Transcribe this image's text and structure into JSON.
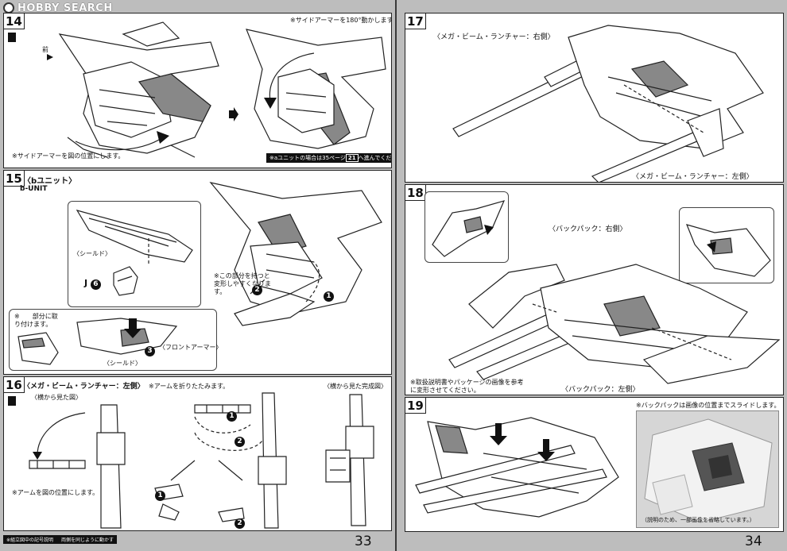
{
  "watermark": "HOBBY SEARCH",
  "left_page": {
    "page_number": "33",
    "step14": {
      "number": "14",
      "note_top": "※サイドアーマーを180°動かします。",
      "note_bottom": "※サイドアーマーを図の位置にします。",
      "direction_label": "前",
      "ref_note": {
        "prefix": "※aユニットの場合は35ページ",
        "step": "21",
        "suffix": "へ進んでください。"
      }
    },
    "step15": {
      "number": "15",
      "title": "〈bユニット〉",
      "subtitle": "b-UNIT",
      "shield_label": "〈シールド〉",
      "part_code": "J",
      "part_no": "6",
      "hold_note": "※この部分を持つと変形しやすくなります。",
      "attach_note": "※　　部分に取り付けます。",
      "front_armor_label": "〈フロントアーマー〉",
      "shield_label_2": "〈シールド〉",
      "steps": [
        "1",
        "2",
        "3"
      ]
    },
    "step16": {
      "number": "16",
      "title": "〈メガ・ビーム・ランチャー：左側〉",
      "side_view": "〈横から見た図〉",
      "arm_note": "※アームを図の位置にします。",
      "fold_note": "※アームを折りたたみます。",
      "complete_view": "〈横から見た完成図〉",
      "steps": [
        "1",
        "2"
      ]
    },
    "legend": {
      "left": "※組立図中の記号説明",
      "right": "両側を同じように動かす"
    }
  },
  "right_page": {
    "page_number": "34",
    "step17": {
      "number": "17",
      "label_right": "〈メガ・ビーム・ランチャー：右側〉",
      "label_left": "〈メガ・ビーム・ランチャー：左側〉"
    },
    "step18": {
      "number": "18",
      "label_right": "〈バックパック：右側〉",
      "label_left": "〈バックパック：左側〉",
      "note": "※取扱説明書やパッケージの画像を参考に変形させてください。"
    },
    "step19": {
      "number": "19",
      "slide_note": "※バックパックは画像の位置までスライドします。",
      "caption": "（説明のため、一部画像を省略しています。）"
    }
  }
}
